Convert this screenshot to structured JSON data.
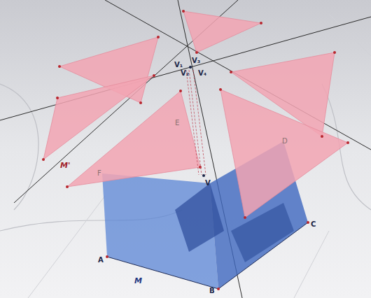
{
  "diagram": {
    "labels": [
      "V₁",
      "V₃",
      "V₂",
      "V₄",
      "E",
      "D",
      "M'",
      "F",
      "V",
      "A",
      "C",
      "B",
      "M"
    ]
  }
}
